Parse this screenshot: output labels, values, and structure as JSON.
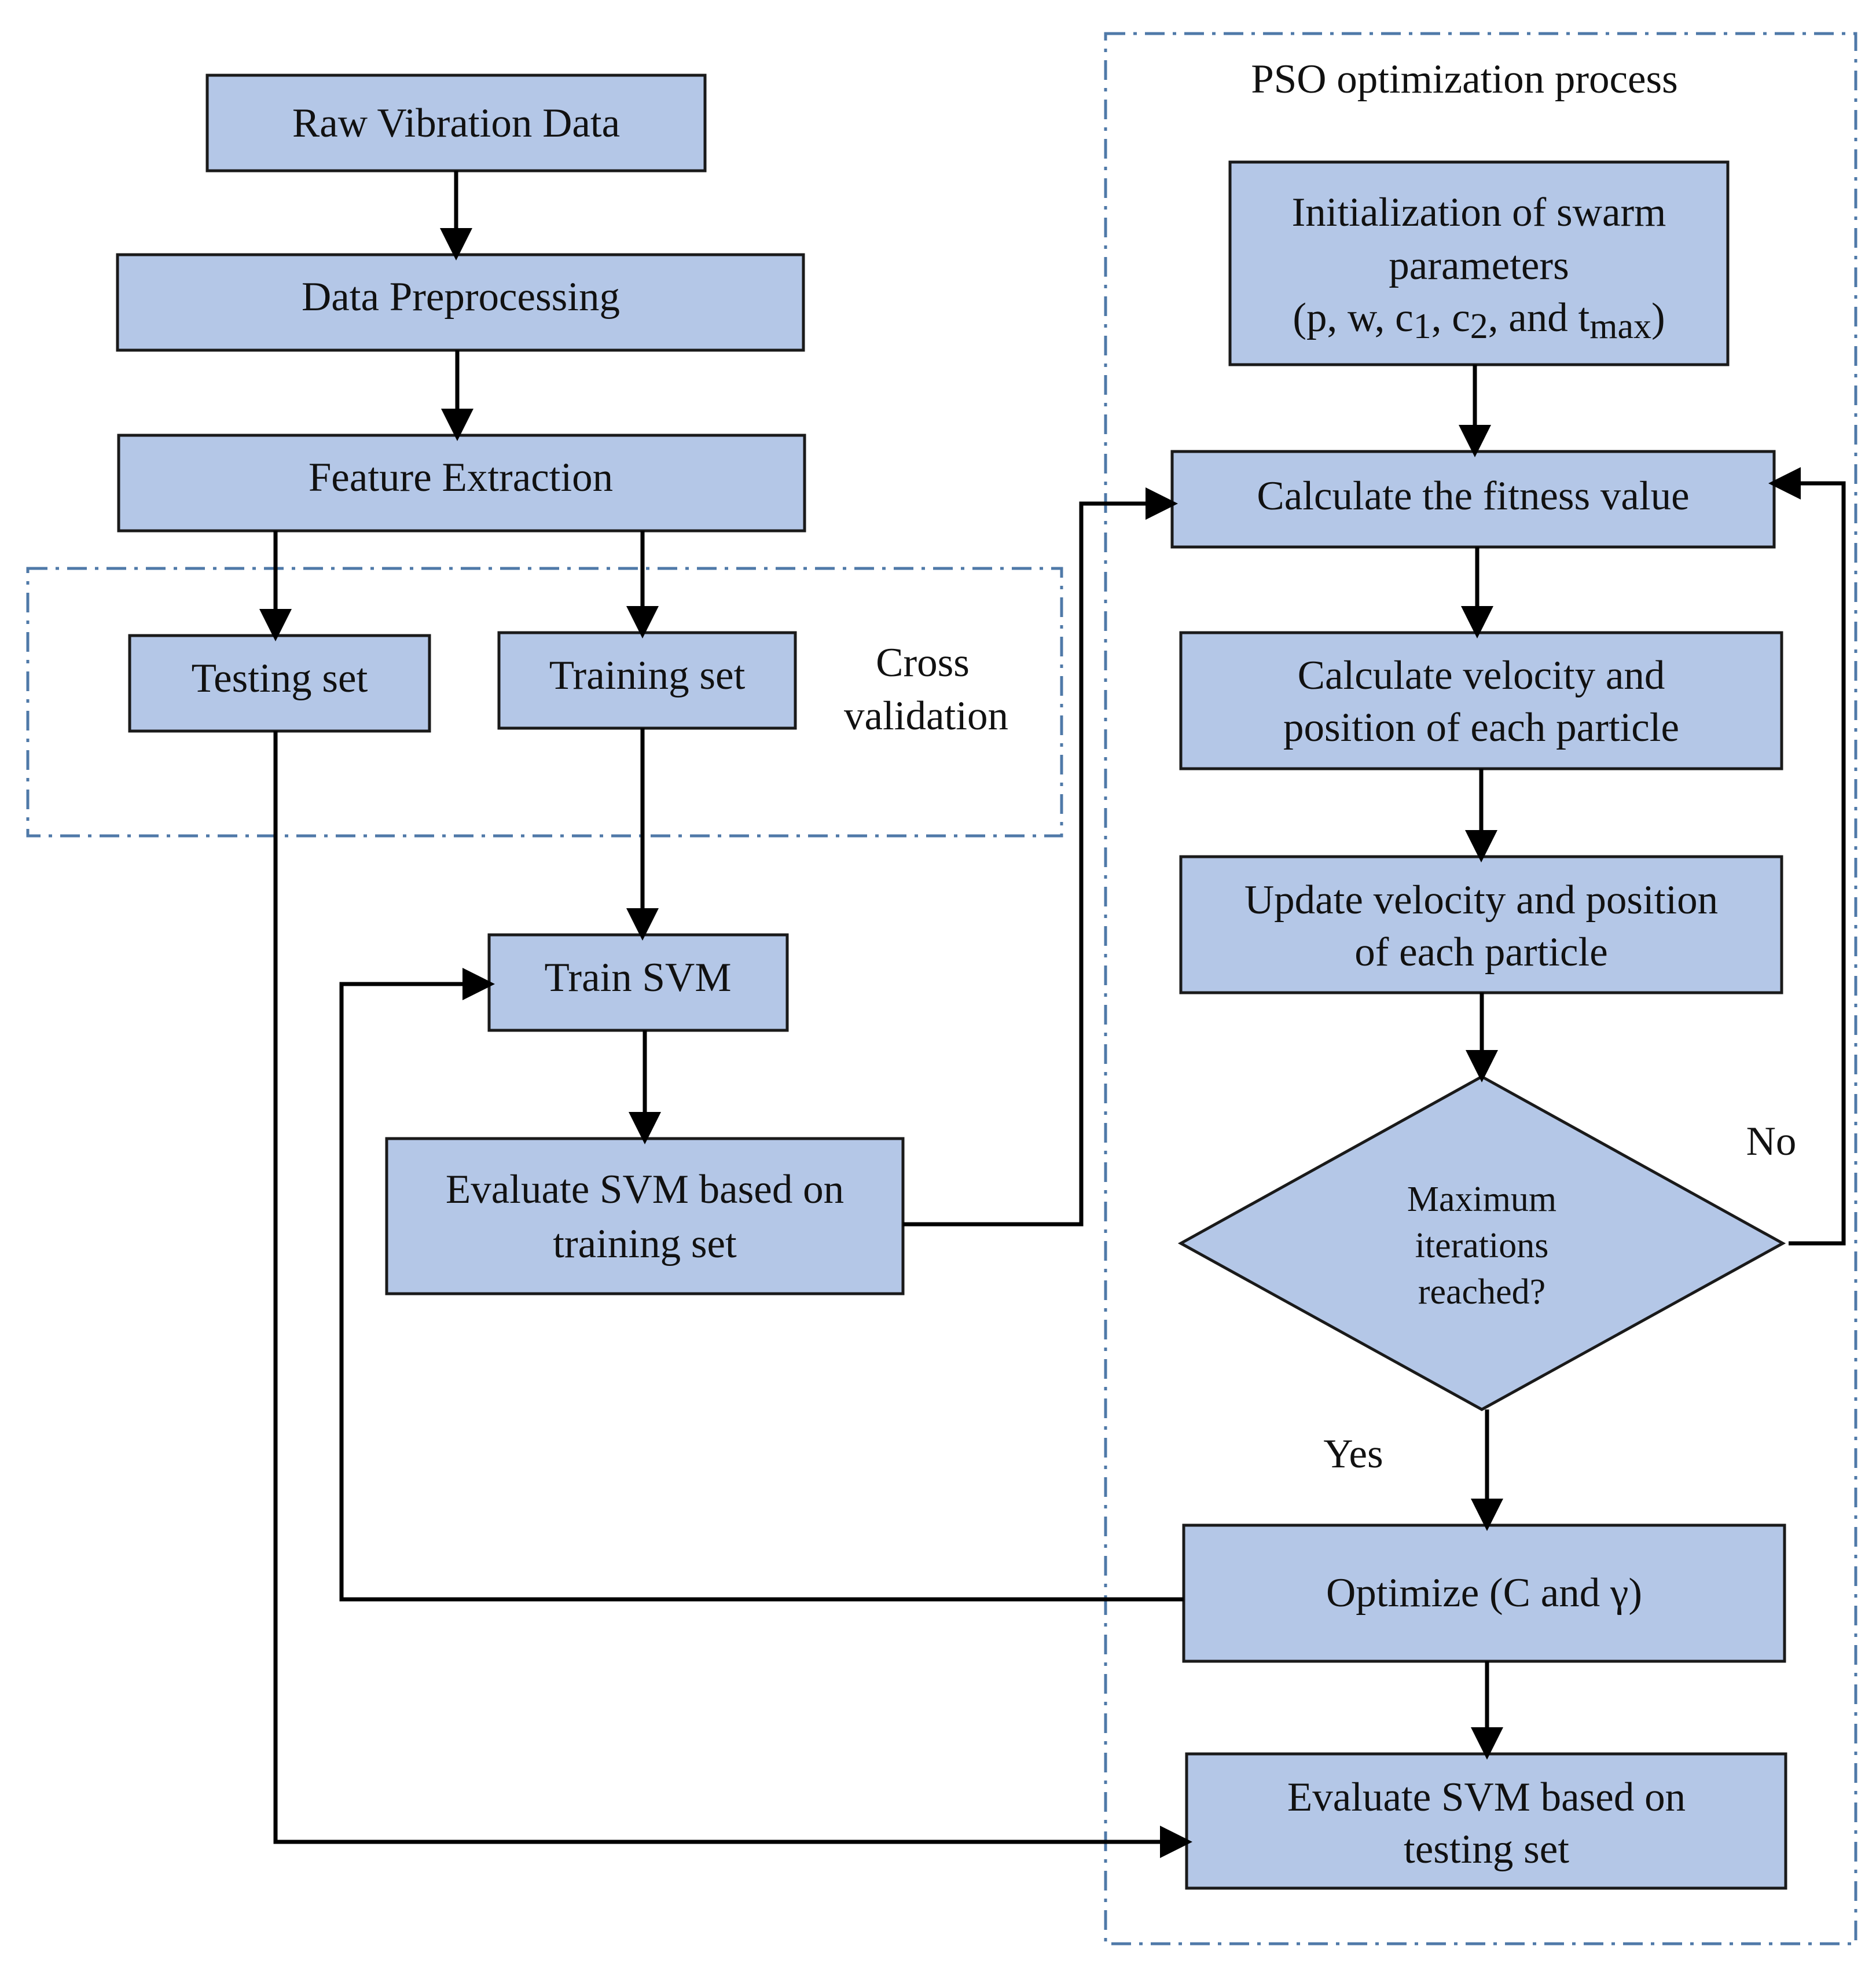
{
  "groups": {
    "pso_label": "PSO optimization process",
    "cross_validation_line1": "Cross",
    "cross_validation_line2": "validation"
  },
  "nodes": {
    "raw_data": "Raw Vibration Data",
    "preprocessing": "Data Preprocessing",
    "feature_extraction": "Feature Extraction",
    "testing_set": "Testing set",
    "training_set": "Training set",
    "train_svm": "Train SVM",
    "evaluate_training": {
      "line1": "Evaluate SVM based on",
      "line2": "training set"
    },
    "init_swarm": {
      "line1": "Initialization of swarm",
      "line2": "parameters",
      "line3_a": "(p, w, c",
      "line3_sub1": "1",
      "line3_b": ", c",
      "line3_sub2": "2",
      "line3_c": ", and t",
      "line3_sub3": "max",
      "line3_d": ")"
    },
    "calc_fitness": "Calculate the fitness value",
    "calc_velocity": {
      "line1": "Calculate velocity and",
      "line2": "position of each particle"
    },
    "update_velocity": {
      "line1": "Update velocity and position",
      "line2": "of each particle"
    },
    "decision": {
      "line1": "Maximum",
      "line2": "iterations",
      "line3": "reached?"
    },
    "optimize": "Optimize (C and γ)",
    "evaluate_testing": {
      "line1": "Evaluate SVM based on",
      "line2": "testing set"
    }
  },
  "edge_labels": {
    "no": "No",
    "yes": "Yes"
  },
  "colors": {
    "box_fill": "#b4c7e7",
    "box_stroke": "#1a1a1a",
    "dashed_border": "#4f79a8",
    "arrow": "#000000"
  }
}
